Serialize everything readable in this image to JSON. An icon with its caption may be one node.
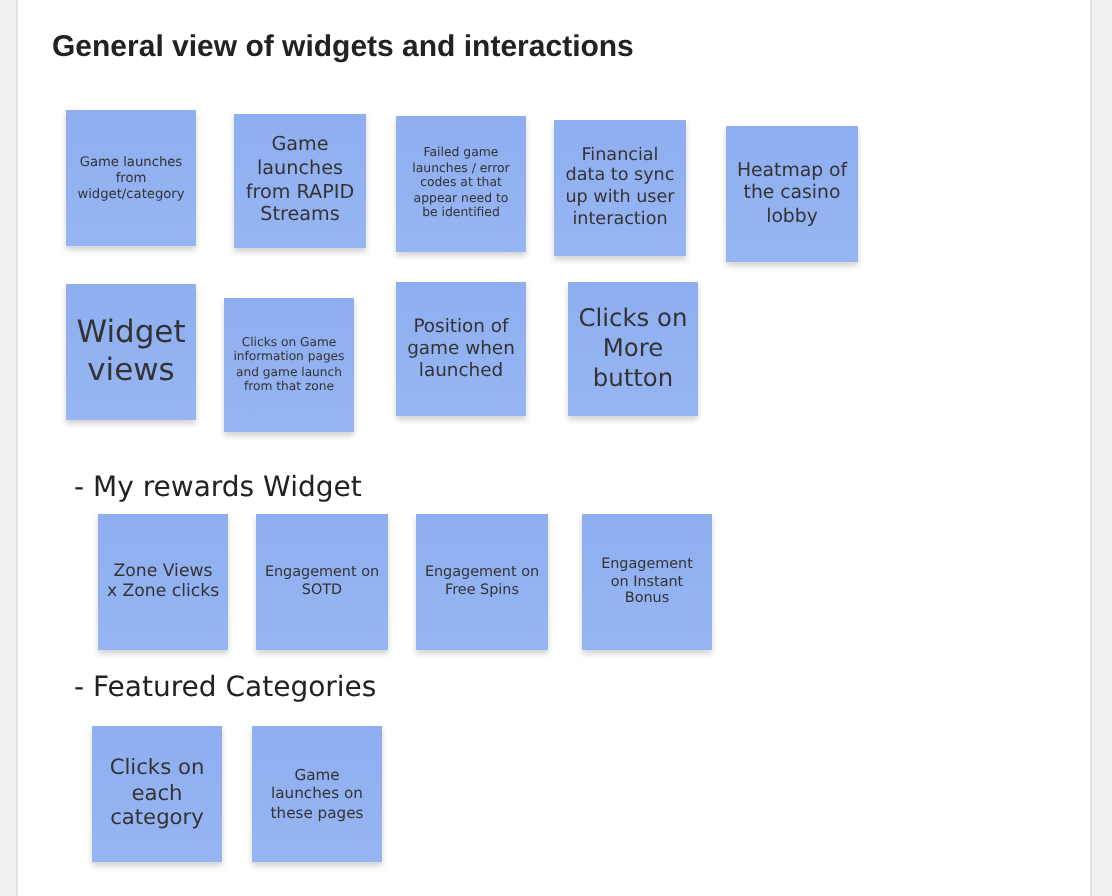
{
  "diagram": {
    "title": "General view of widgets and interactions",
    "nodes": [
      {
        "text": [
          "Game launches from widget/category"
        ]
      },
      {
        "text": [
          "Game launches from RAPID Streams"
        ]
      },
      {
        "text": [
          "Failed game launches / error codes at that appear need to be identified"
        ]
      },
      {
        "text": [
          "Financial data to sync up with user interaction"
        ]
      },
      {
        "text": [
          "Heatmap of the casino lobby"
        ]
      },
      {
        "text": [
          "Widget views"
        ]
      },
      {
        "text": [
          "Clicks on Game information pages and game launch from that zone"
        ]
      },
      {
        "text": [
          "Position of game when launched"
        ]
      },
      {
        "text": [
          "Clicks on More button"
        ]
      },
      {
        "text": [
          "Zone Views x Zone clicks"
        ]
      },
      {
        "text": [
          "Engagement on SOTD"
        ]
      },
      {
        "text": [
          "Engagement on Free Spins"
        ]
      },
      {
        "text": [
          "Engagement on Instant Bonus"
        ]
      },
      {
        "text": [
          "Clicks on each category"
        ]
      },
      {
        "text": [
          "Game launches on these pages"
        ]
      }
    ],
    "labels": [
      "- My rewards Widget",
      "- Featured Categories"
    ]
  }
}
